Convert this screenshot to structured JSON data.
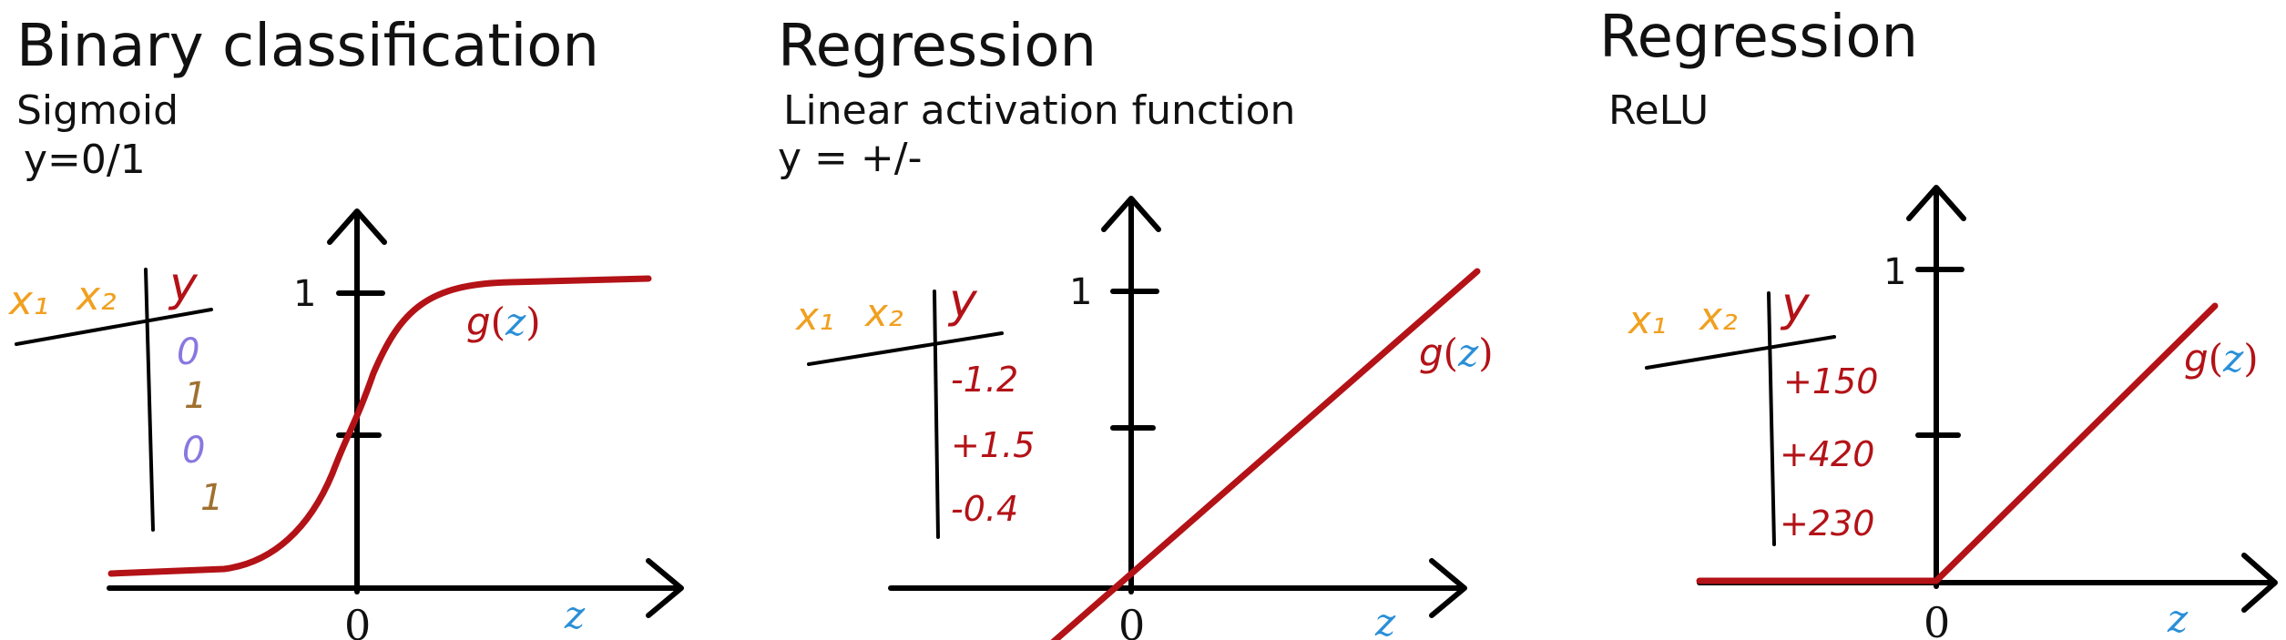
{
  "colors": {
    "curve": "#b31217",
    "axis": "#000000",
    "x_labels": "#f0a020",
    "y_class": "#8878e0",
    "y_reg": "#b31217",
    "z": "#2a8fd8"
  },
  "panels": [
    {
      "title": "Binary classification",
      "activation": "Sigmoid",
      "target": "y=0/1",
      "table": {
        "x1": "x₁",
        "x2": "x₂",
        "y": "y",
        "values": [
          "0",
          "1",
          "0",
          "1"
        ]
      },
      "axis": {
        "y_tick": "1",
        "origin": "0",
        "x_label": "z"
      },
      "function": {
        "g": "g",
        "open": "(",
        "z": "z",
        "close": ")"
      }
    },
    {
      "title": "Regression",
      "activation": "Linear activation function",
      "target": "y = +/-",
      "table": {
        "x1": "x₁",
        "x2": "x₂",
        "y": "y",
        "values": [
          "-1.2",
          "+1.5",
          "-0.4"
        ]
      },
      "axis": {
        "y_tick": "1",
        "origin": "0",
        "x_label": "z"
      },
      "function": {
        "g": "g",
        "open": "(",
        "z": "z",
        "close": ")"
      }
    },
    {
      "title": "Regression",
      "activation": "ReLU",
      "table": {
        "x1": "x₁",
        "x2": "x₂",
        "y": "y",
        "values": [
          "+150",
          "+420",
          "+230"
        ]
      },
      "axis": {
        "y_tick": "1",
        "origin": "0",
        "x_label": "z"
      },
      "function": {
        "g": "g",
        "open": "(",
        "z": "z",
        "close": ")"
      }
    }
  ]
}
